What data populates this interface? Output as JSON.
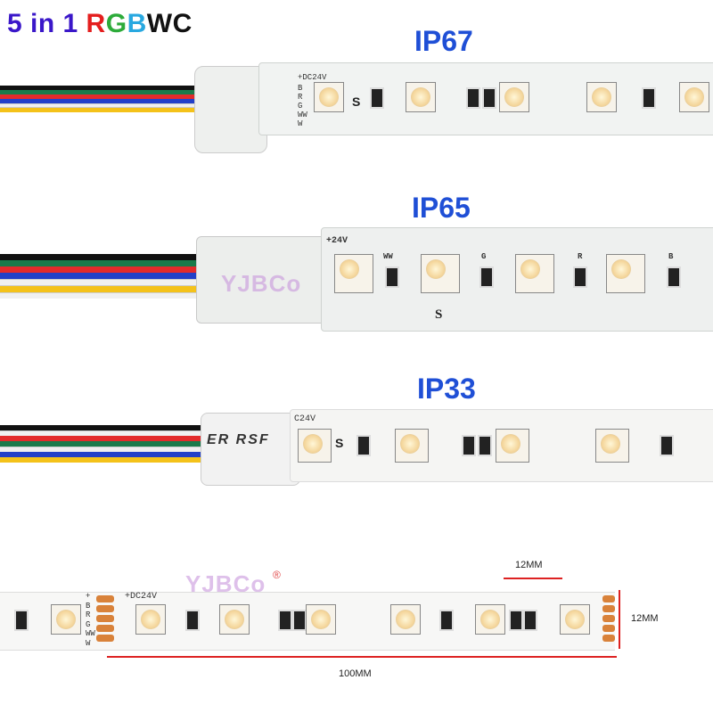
{
  "title": {
    "prefix": "5 in 1 ",
    "letters": [
      {
        "ch": "R",
        "color": "#e41e1e"
      },
      {
        "ch": "G",
        "color": "#2dab3a"
      },
      {
        "ch": "B",
        "color": "#28a8e0"
      },
      {
        "ch": "W",
        "color": "#111111"
      },
      {
        "ch": "C",
        "color": "#111111"
      }
    ],
    "prefix_color": "#3a17c9"
  },
  "sections": {
    "ip67": {
      "label": "IP67",
      "voltage": "+DC24V",
      "pin_labels": [
        "B",
        "R",
        "G",
        "WW",
        "W"
      ],
      "marker": "S"
    },
    "ip65": {
      "label": "IP65",
      "voltage": "+24V",
      "pin_labels": [
        "WW",
        "G",
        "R",
        "B"
      ],
      "marker": "S",
      "watermark": "YJBCo"
    },
    "ip33": {
      "label": "IP33",
      "voltage": "C24V",
      "marker": "S",
      "printed": "ER RSF"
    },
    "bare": {
      "voltage": "+DC24V",
      "pin_labels": [
        "+",
        "B",
        "R",
        "G",
        "WW",
        "W"
      ],
      "watermark": "YJBCo",
      "dim_width": "12MM",
      "dim_height": "12MM",
      "dim_length": "100MM"
    }
  },
  "wire_colors": [
    "#111111",
    "#1a7a4a",
    "#e32b2b",
    "#2340c8",
    "#f2f2f2",
    "#f4c21a"
  ],
  "accent_color": "#1f4fd6"
}
